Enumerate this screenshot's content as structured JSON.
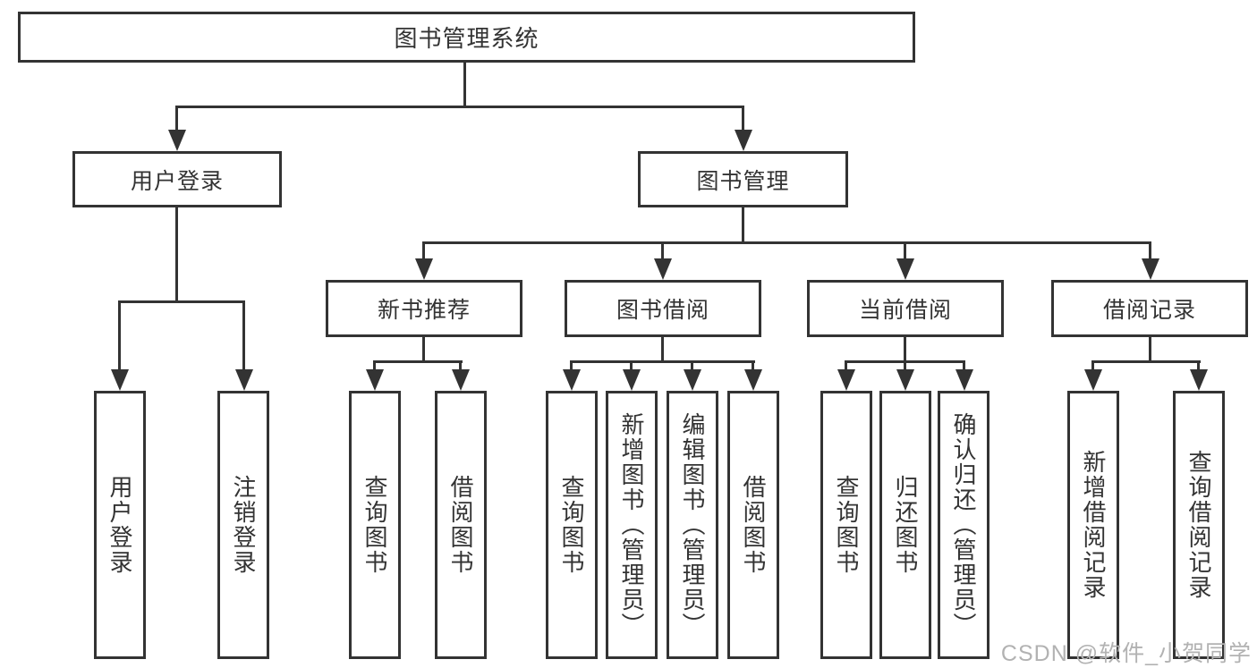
{
  "diagram": {
    "root": {
      "label": "图书管理系统"
    },
    "level2": [
      {
        "label": "用户登录"
      },
      {
        "label": "图书管理"
      }
    ],
    "level3": [
      {
        "label": "新书推荐"
      },
      {
        "label": "图书借阅"
      },
      {
        "label": "当前借阅"
      },
      {
        "label": "借阅记录"
      }
    ],
    "level4": {
      "user_login": [
        {
          "label": "用户登录"
        },
        {
          "label": "注销登录"
        }
      ],
      "new_book": [
        {
          "label": "查询图书"
        },
        {
          "label": "借阅图书"
        }
      ],
      "book_borrow": [
        {
          "label": "查询图书"
        },
        {
          "label": "新增图书（管理员）"
        },
        {
          "label": "编辑图书（管理员）"
        },
        {
          "label": "借阅图书"
        }
      ],
      "current_borrow": [
        {
          "label": "查询图书"
        },
        {
          "label": "归还图书"
        },
        {
          "label": "确认归还（管理员）"
        }
      ],
      "borrow_records": [
        {
          "label": "新增借阅记录"
        },
        {
          "label": "查询借阅记录"
        }
      ]
    }
  },
  "watermark": {
    "text": "CSDN @软件_小贺同学"
  },
  "colors": {
    "line": "#333333",
    "text": "#333333",
    "background": "#ffffff",
    "watermark": "#b2b2b2"
  }
}
